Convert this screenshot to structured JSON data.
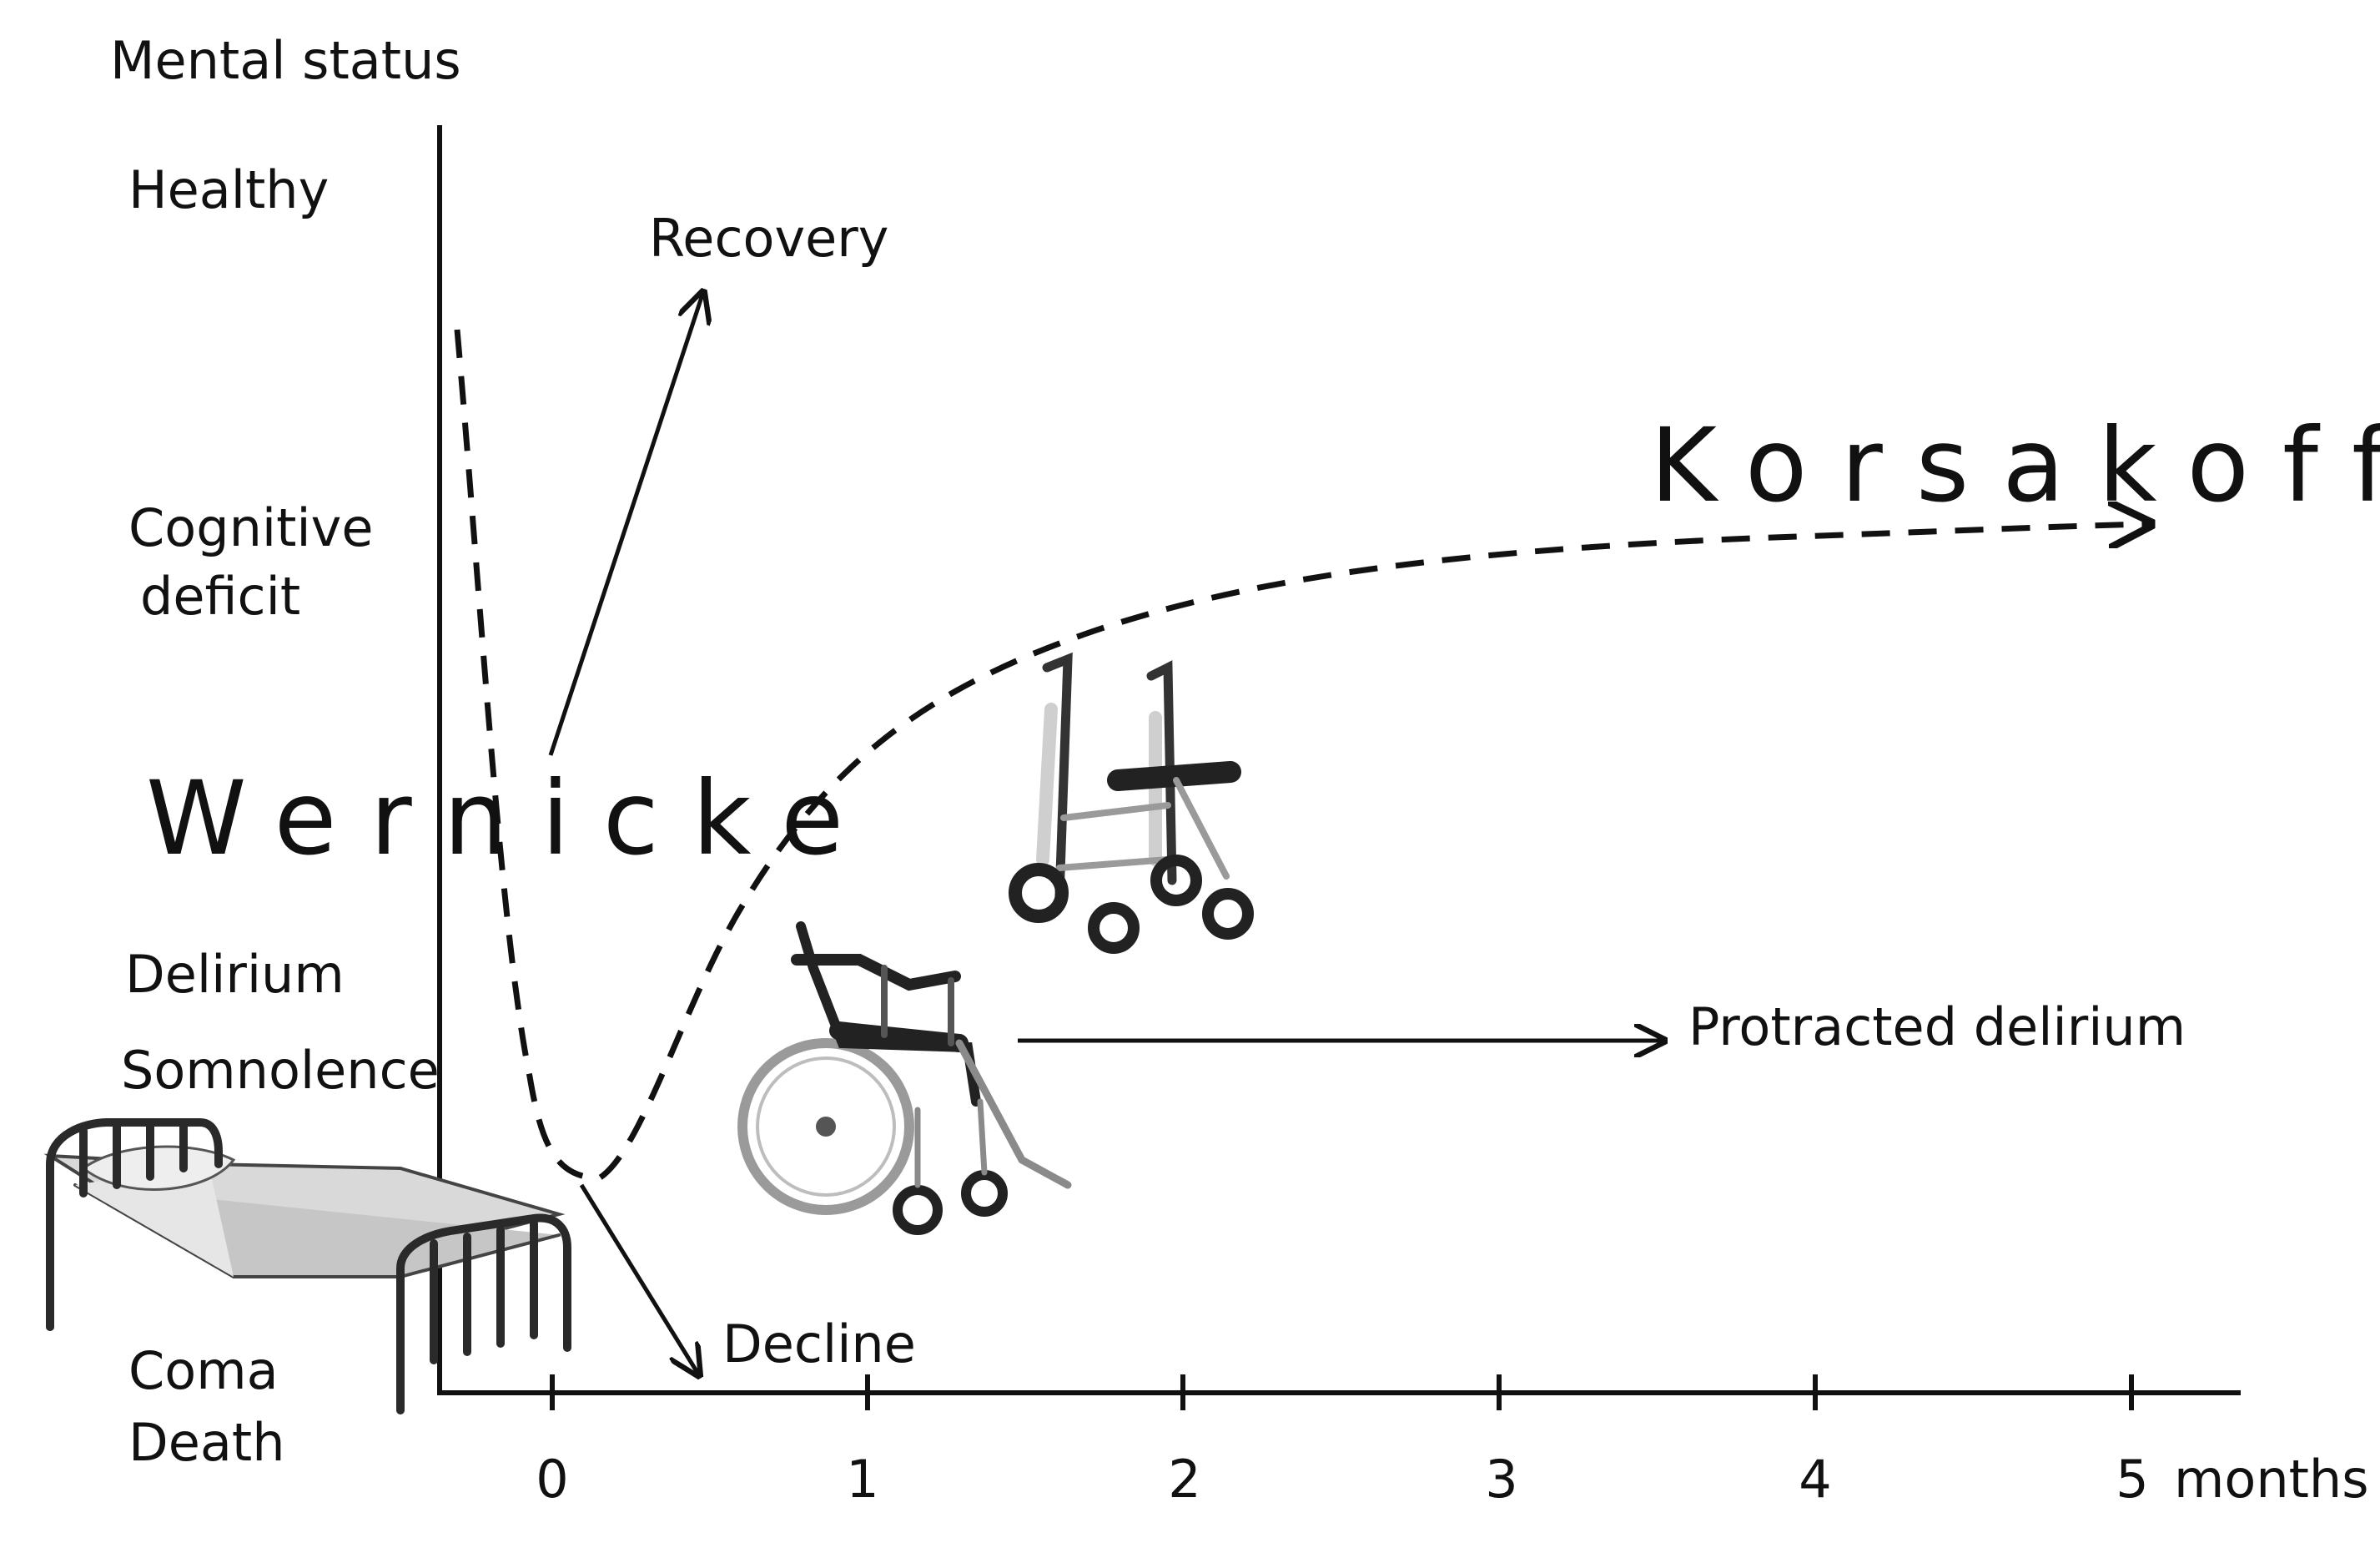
{
  "y_axis": {
    "title": "Mental status",
    "levels": [
      "Healthy",
      "Cognitive",
      "deficit",
      "Delirium",
      "Somnolence",
      "Coma",
      "Death"
    ]
  },
  "x_axis": {
    "ticks": [
      "0",
      "1",
      "2",
      "3",
      "4",
      "5"
    ],
    "unit": "months"
  },
  "phases": {
    "wernicke": "Wernicke",
    "korsakoff": "Korsakoff"
  },
  "outcomes": {
    "recovery": "Recovery",
    "decline": "Decline",
    "protracted": "Protracted delirium"
  },
  "icons": [
    "bed-icon",
    "wheelchair-icon",
    "rollator-icon"
  ],
  "colors": {
    "ink": "#111111",
    "bed_fill": "#d9d9d9",
    "metal": "#9a9a9a"
  }
}
